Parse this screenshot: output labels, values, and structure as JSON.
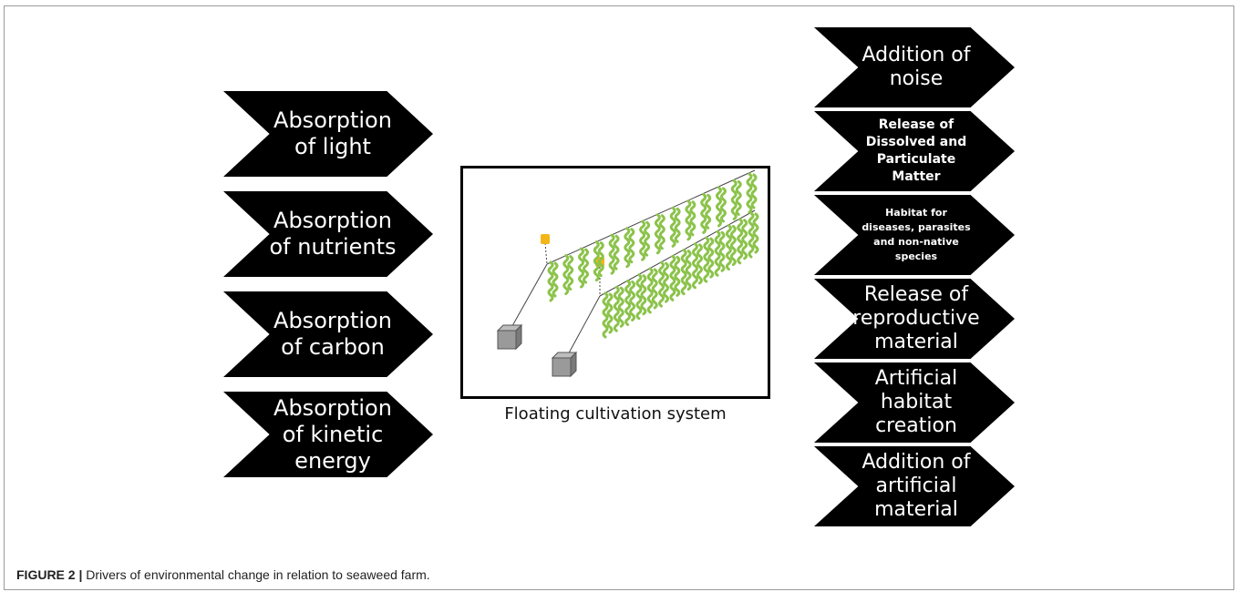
{
  "left_drivers": [
    {
      "label": "Absorption\nof light"
    },
    {
      "label": "Absorption\nof nutrients"
    },
    {
      "label": "Absorption\nof carbon"
    },
    {
      "label": "Absorption\nof kinetic\nenergy"
    }
  ],
  "right_drivers": [
    {
      "label": "Addition of\nnoise"
    },
    {
      "label": "Release of\nDissolved and\nParticulate\nMatter"
    },
    {
      "label": "Habitat for\ndiseases, parasites\nand non-native\nspecies"
    },
    {
      "label": "Release of\nreproductive\nmaterial"
    },
    {
      "label": "Artificial\nhabitat\ncreation"
    },
    {
      "label": "Addition of\nartificial\nmaterial"
    }
  ],
  "system_caption": "Floating cultivation system",
  "figure_caption": {
    "label": "FIGURE 2 |",
    "text": " Drivers of environmental change in relation to seaweed farm."
  },
  "colors": {
    "arrow_fill": "#000000",
    "arrow_text": "#ffffff",
    "seaweed": "#8bc34a",
    "buoy": "#f2b619",
    "anchor": "#8c8c8c"
  }
}
